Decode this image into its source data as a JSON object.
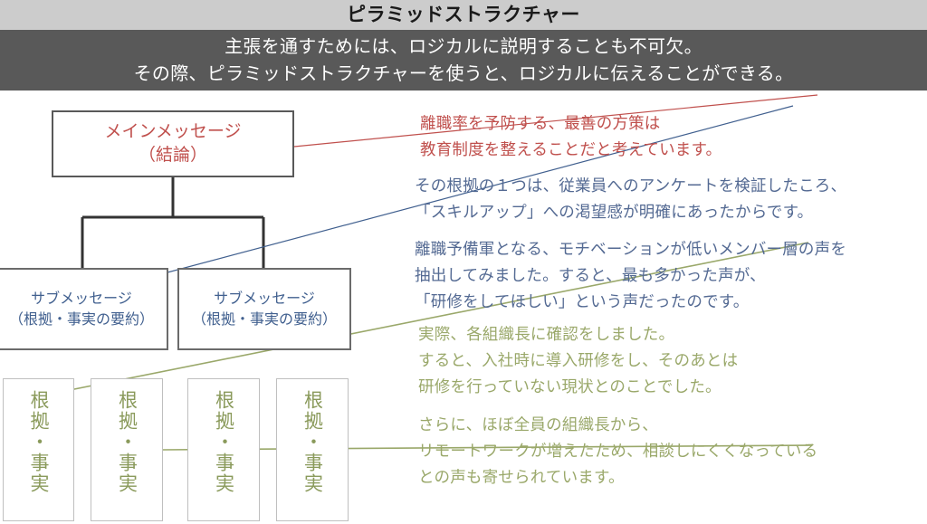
{
  "slide": {
    "title": "ピラミッドストラクチャー",
    "title_strip_color": "#cccccc",
    "banner_color": "#595959",
    "banner_lines": [
      "主張を通すためには、ロジカルに説明することも不可欠。",
      "その際、ピラミッドストラクチャーを使うと、ロジカルに伝えることができる。"
    ]
  },
  "diagram": {
    "main_message": {
      "line1": "メインメッセージ",
      "line2": "（結論）",
      "color": "#c0504d"
    },
    "sub_messages": [
      {
        "line1": "サブメッセージ",
        "line2": "（根拠・事実の要約）",
        "color": "#41608f"
      },
      {
        "line1": "サブメッセージ",
        "line2": "（根拠・事実の要約）",
        "color": "#41608f"
      }
    ],
    "evidence_boxes": [
      {
        "text": "根拠・事実",
        "color": "#8a9a5b"
      },
      {
        "text": "根拠・事実",
        "color": "#8a9a5b"
      },
      {
        "text": "根拠・事実",
        "color": "#8a9a5b"
      },
      {
        "text": "根拠・事実",
        "color": "#8a9a5b"
      }
    ]
  },
  "annotations": [
    {
      "id": "annotation-1",
      "color": "#c0504d",
      "text": "離職率を予防する、最善の方策は\n教育制度を整えることだと考えています。"
    },
    {
      "id": "annotation-2",
      "color": "#546a93",
      "text": "その根拠の１つは、従業員へのアンケートを検証したころ、\n「スキルアップ」への渇望感が明確にあったからです。"
    },
    {
      "id": "annotation-3",
      "color": "#546a93",
      "text": "離職予備軍となる、モチベーションが低いメンバー層の声を\n抽出してみました。すると、最も多かった声が、\n「研修をしてほしい」という声だったのです。"
    },
    {
      "id": "annotation-4",
      "color": "#9aa86a",
      "text": "実際、各組織長に確認をしました。\nすると、入社時に導入研修をし、そのあとは\n研修を行っていない現状とのことでした。"
    },
    {
      "id": "annotation-5",
      "color": "#9aa86a",
      "text": "さらに、ほぼ全員の組織長から、\nリモートワークが増えたため、相談しにくくなっている\nとの声も寄せられています。"
    }
  ]
}
